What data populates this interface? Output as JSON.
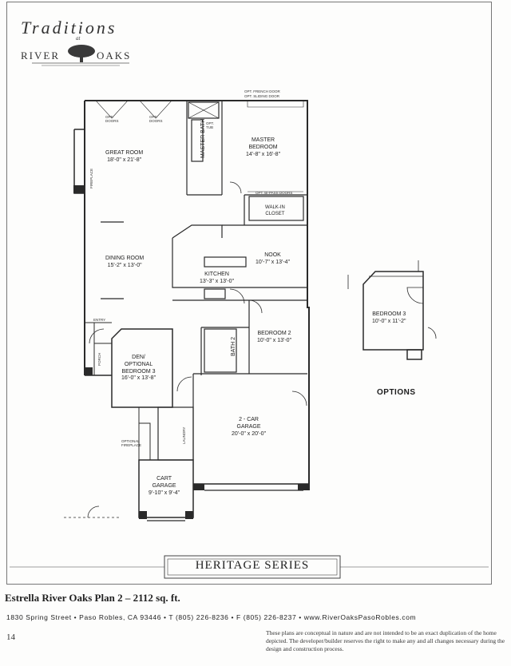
{
  "logo": {
    "title": "Traditions",
    "at": "at",
    "word_left": "RIVER",
    "word_right": "OAKS"
  },
  "rooms": {
    "great_room": {
      "name": "GREAT ROOM",
      "dims": "18'-0\" x 21'-8\""
    },
    "master_bath": {
      "name": "MASTER BATH"
    },
    "master_bedroom": {
      "name": "MASTER BEDROOM",
      "line1": "MASTER",
      "line2": "BEDROOM",
      "dims": "14'-8\" x 16'-8\""
    },
    "walk_in_closet": {
      "line1": "WALK-IN",
      "line2": "CLOSET"
    },
    "dining_room": {
      "name": "DINING ROOM",
      "dims": "15'-2\" x 13'-0\""
    },
    "kitchen": {
      "name": "KITCHEN",
      "dims": "13'-3\" x 13'-0\""
    },
    "nook": {
      "name": "NOOK",
      "dims": "10'-7\" x 13'-4\""
    },
    "den": {
      "line1": "DEN/",
      "line2": "OPTIONAL",
      "line3": "BEDROOM 3",
      "dims": "16'-0\" x 13'-8\""
    },
    "bedroom2": {
      "name": "BEDROOM 2",
      "dims": "10'-0\" x 13'-0\""
    },
    "bath2": {
      "name": "BATH 2"
    },
    "garage": {
      "line1": "2 - CAR",
      "line2": "GARAGE",
      "dims": "20'-0\" x 20'-0\""
    },
    "cart_garage": {
      "line1": "CART",
      "line2": "GARAGE",
      "dims": "9'-10\" x 9'-4\""
    },
    "option_bedroom3": {
      "name": "BEDROOM 3",
      "dims": "10'-0\" x 11'-2\""
    }
  },
  "small_labels": {
    "opt_doors_1a": "OPT.",
    "opt_doors_1b": "DOORS",
    "opt_doors_2a": "OPT.",
    "opt_doors_2b": "DOORS",
    "opt_tub_a": "OPT.",
    "opt_tub_b": "TUB",
    "fireplace": "FIREPLACE",
    "opt_french_door": "OPT. FRENCH DOOR",
    "opt_sliding_door": "OPT. SLIDING DOOR",
    "opt_bi_pass": "OPT. BI-PASS DOORS",
    "entry": "ENTRY",
    "porch": "PORCH",
    "laundry": "LAUNDRY",
    "optional_fireplace_a": "OPTIONAL",
    "optional_fireplace_b": "FIREPLACE"
  },
  "options_label": "OPTIONS",
  "series_title": "HERITAGE SERIES",
  "plan_name": "Estrella River Oaks Plan 2 – 2112 sq. ft.",
  "address_line": "1830 Spring Street • Paso Robles, CA 93446 • T (805) 226-8236 • F (805) 226-8237 • www.RiverOaksPasoRobles.com",
  "page_number": "14",
  "disclaimer": "These plans are conceptual in nature and are not intended to be an exact duplication of the home depicted. The developer/builder reserves the right to make any and all changes necessary during the design and construction process."
}
